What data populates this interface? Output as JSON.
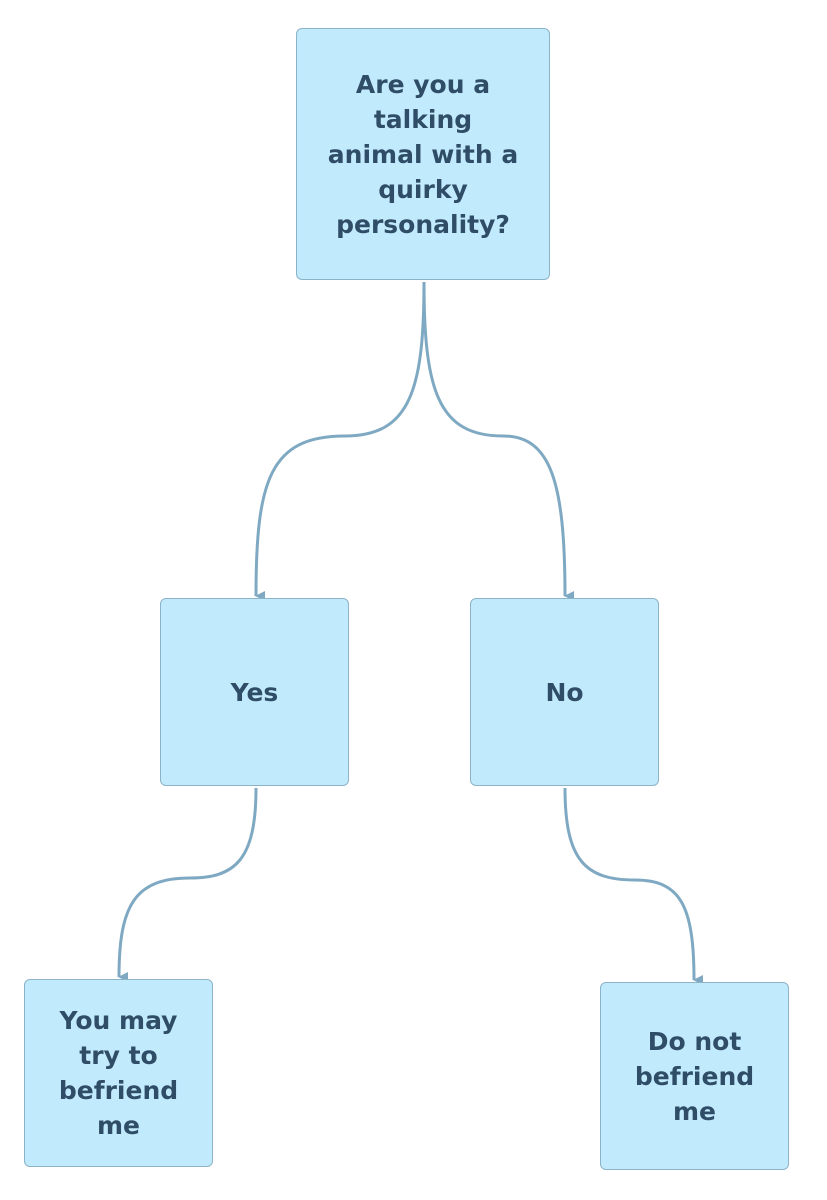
{
  "diagram": {
    "colors": {
      "node_fill": "#c2eafd",
      "node_border": "#8cb3c8",
      "text": "#2f4d66",
      "connector": "#7fa9c2"
    },
    "nodes": {
      "question": {
        "label": "Are you a talking animal with a quirky personality?"
      },
      "yes": {
        "label": "Yes"
      },
      "no": {
        "label": "No"
      },
      "befriend": {
        "label": "You may try to befriend me"
      },
      "do_not": {
        "label": "Do not befriend me"
      }
    },
    "edges": [
      {
        "from": "question",
        "to": "yes"
      },
      {
        "from": "question",
        "to": "no"
      },
      {
        "from": "yes",
        "to": "befriend"
      },
      {
        "from": "no",
        "to": "do_not"
      }
    ]
  }
}
